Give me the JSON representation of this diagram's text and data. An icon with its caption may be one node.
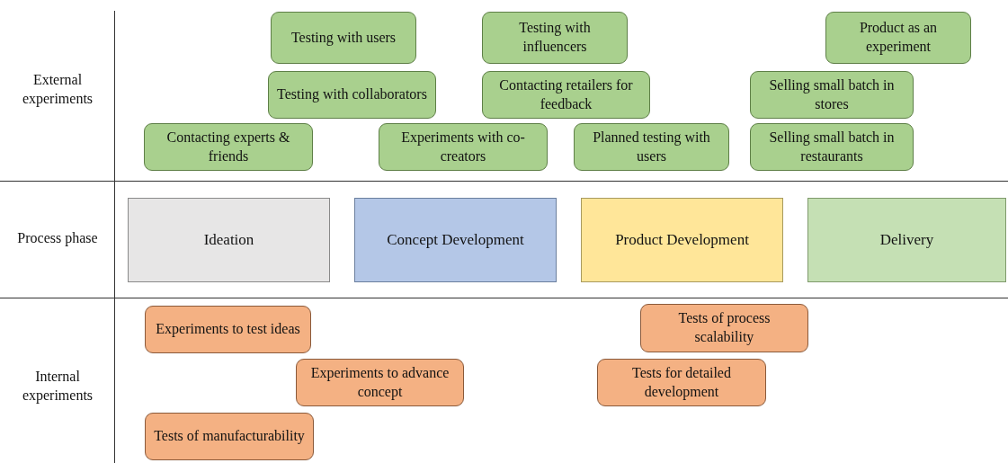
{
  "diagram": {
    "nodes": [
      {
        "text": [
          "Testing with users"
        ]
      },
      {
        "text": [
          "Testing with influencers"
        ]
      },
      {
        "text": [
          "Product as an experiment"
        ]
      },
      {
        "text": [
          "Testing with collaborators"
        ]
      },
      {
        "text": [
          "Contacting retailers for feedback"
        ]
      },
      {
        "text": [
          "Selling small batch in stores"
        ]
      },
      {
        "text": [
          "Contacting experts & friends"
        ]
      },
      {
        "text": [
          "Experiments with co-creators"
        ]
      },
      {
        "text": [
          "Planned testing with users"
        ]
      },
      {
        "text": [
          "Selling small batch in restaurants"
        ]
      },
      {
        "text": [
          "Ideation"
        ]
      },
      {
        "text": [
          "Concept Development"
        ]
      },
      {
        "text": [
          "Product Development"
        ]
      },
      {
        "text": [
          "Delivery"
        ]
      },
      {
        "text": [
          "Experiments to test ideas"
        ]
      },
      {
        "text": [
          "Tests of process scalability"
        ]
      },
      {
        "text": [
          "Experiments to advance concept"
        ]
      },
      {
        "text": [
          "Tests for detailed development"
        ]
      },
      {
        "text": [
          "Tests of manufacturability"
        ]
      }
    ],
    "labels": [
      "External experiments",
      "Process phase",
      "Internal experiments"
    ]
  }
}
